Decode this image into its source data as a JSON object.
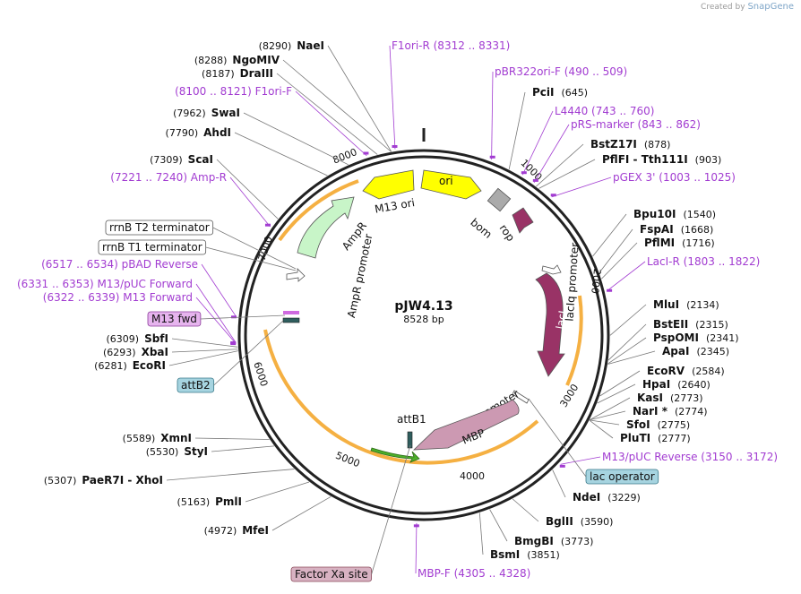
{
  "brand": {
    "created_by": "Created by",
    "app": "SnapGene"
  },
  "plasmid": {
    "name": "pJW4.13",
    "size": "8528 bp",
    "length": 8528
  },
  "ticks": [
    "1000",
    "2000",
    "3000",
    "4000",
    "5000",
    "6000",
    "7000",
    "8000"
  ],
  "sites": [
    {
      "pos": 8290,
      "label": "NaeI",
      "num": "(8290)"
    },
    {
      "pos": 8288,
      "label": "NgoMIV",
      "num": "(8288)"
    },
    {
      "pos": 8187,
      "label": "DraIII",
      "num": "(8187)"
    },
    {
      "pos": 7962,
      "label": "SwaI",
      "num": "(7962)"
    },
    {
      "pos": 7790,
      "label": "AhdI",
      "num": "(7790)"
    },
    {
      "pos": 7309,
      "label": "ScaI",
      "num": "(7309)"
    },
    {
      "pos": 645,
      "label": "PciI",
      "num": "(645)"
    },
    {
      "pos": 878,
      "label": "BstZ17I",
      "num": "(878)"
    },
    {
      "pos": 903,
      "label": "PflFI  -  Tth111I",
      "num": "(903)"
    },
    {
      "pos": 1540,
      "label": "Bpu10I",
      "num": "(1540)"
    },
    {
      "pos": 1668,
      "label": "FspAI",
      "num": "(1668)"
    },
    {
      "pos": 1716,
      "label": "PflMI",
      "num": "(1716)"
    },
    {
      "pos": 2134,
      "label": "MluI",
      "num": "(2134)"
    },
    {
      "pos": 2315,
      "label": "BstEII",
      "num": "(2315)"
    },
    {
      "pos": 2341,
      "label": "PspOMI",
      "num": "(2341)"
    },
    {
      "pos": 2345,
      "label": "ApaI",
      "num": "(2345)"
    },
    {
      "pos": 2584,
      "label": "EcoRV",
      "num": "(2584)"
    },
    {
      "pos": 2640,
      "label": "HpaI",
      "num": "(2640)"
    },
    {
      "pos": 2773,
      "label": "KasI",
      "num": "(2773)"
    },
    {
      "pos": 2774,
      "label": "NarI *",
      "num": "(2774)"
    },
    {
      "pos": 2775,
      "label": "SfoI",
      "num": "(2775)"
    },
    {
      "pos": 2777,
      "label": "PluTI",
      "num": "(2777)"
    },
    {
      "pos": 3229,
      "label": "NdeI",
      "num": "(3229)"
    },
    {
      "pos": 3590,
      "label": "BglII",
      "num": "(3590)"
    },
    {
      "pos": 3773,
      "label": "BmgBI",
      "num": "(3773)"
    },
    {
      "pos": 3851,
      "label": "BsmI",
      "num": "(3851)"
    },
    {
      "pos": 4972,
      "label": "MfeI",
      "num": "(4972)"
    },
    {
      "pos": 5163,
      "label": "PmlI",
      "num": "(5163)"
    },
    {
      "pos": 5307,
      "label": "PaeR7I  -  XhoI",
      "num": "(5307)"
    },
    {
      "pos": 5530,
      "label": "StyI",
      "num": "(5530)"
    },
    {
      "pos": 5589,
      "label": "XmnI",
      "num": "(5589)"
    },
    {
      "pos": 6281,
      "label": "EcoRI",
      "num": "(6281)"
    },
    {
      "pos": 6293,
      "label": "XbaI",
      "num": "(6293)"
    },
    {
      "pos": 6309,
      "label": "SbfI",
      "num": "(6309)"
    }
  ],
  "primers": [
    {
      "pos": 8320,
      "label": "F1ori-R",
      "range": "(8312 .. 8331)"
    },
    {
      "pos": 500,
      "label": "pBR322ori-F",
      "range": "(490 .. 509)"
    },
    {
      "pos": 750,
      "label": "L4440",
      "range": "(743 .. 760)"
    },
    {
      "pos": 850,
      "label": "pRS-marker",
      "range": "(843 .. 862)"
    },
    {
      "pos": 1014,
      "label": "pGEX 3'",
      "range": "(1003 .. 1025)"
    },
    {
      "pos": 1812,
      "label": "LacI-R",
      "range": "(1803 .. 1822)"
    },
    {
      "pos": 3160,
      "label": "M13/pUC Reverse",
      "range": "(3150 .. 3172)"
    },
    {
      "pos": 4316,
      "label": "MBP-F",
      "range": "(4305 .. 4328)"
    },
    {
      "pos": 6335,
      "label": "M13 Forward",
      "range": "(6322 .. 6339)"
    },
    {
      "pos": 6342,
      "label": "M13/pUC Forward",
      "range": "(6331 .. 6353)"
    },
    {
      "pos": 6525,
      "label": "pBAD Reverse",
      "range": "(6517 .. 6534)"
    },
    {
      "pos": 7230,
      "label": "Amp-R",
      "range": "(7221 .. 7240)"
    },
    {
      "pos": 8110,
      "label": "F1ori-F",
      "range": "(8100 .. 8121)"
    }
  ],
  "boxed": [
    {
      "label": "rrnB T2 terminator",
      "fill": "#ffffff",
      "stroke": "#555555"
    },
    {
      "label": "rrnB T1 terminator",
      "fill": "#ffffff",
      "stroke": "#555555"
    },
    {
      "label": "M13 fwd",
      "fill": "#e6b4ee",
      "stroke": "#8a3a9a"
    },
    {
      "label": "attB2",
      "fill": "#a6d4e0",
      "stroke": "#3a7a8a"
    },
    {
      "label": "lac operator",
      "fill": "#a6d4e0",
      "stroke": "#3a7a8a"
    },
    {
      "label": "Factor Xa site",
      "fill": "#d8b2c2",
      "stroke": "#8a4a5a"
    }
  ],
  "features": {
    "m13ori": "M13 ori",
    "ori": "ori",
    "bom": "bom",
    "rop": "rop",
    "ampr": "AmpR",
    "ampr_promoter": "AmpR promoter",
    "laciq_promoter": "lacIq promoter",
    "laci": "lacI",
    "tac_promoter": "tac promoter",
    "mbp": "MBP",
    "attb1": "attB1"
  },
  "colors": {
    "ori_yellow": "#ffff00",
    "ampr_green": "#c8f5c8",
    "laci_purple": "#993366",
    "mbp_mauve": "#cc99b2",
    "orf_orange": "#f5b042",
    "primer_purple": "#a23cd1",
    "attb_teal": "#2f5e5e"
  }
}
